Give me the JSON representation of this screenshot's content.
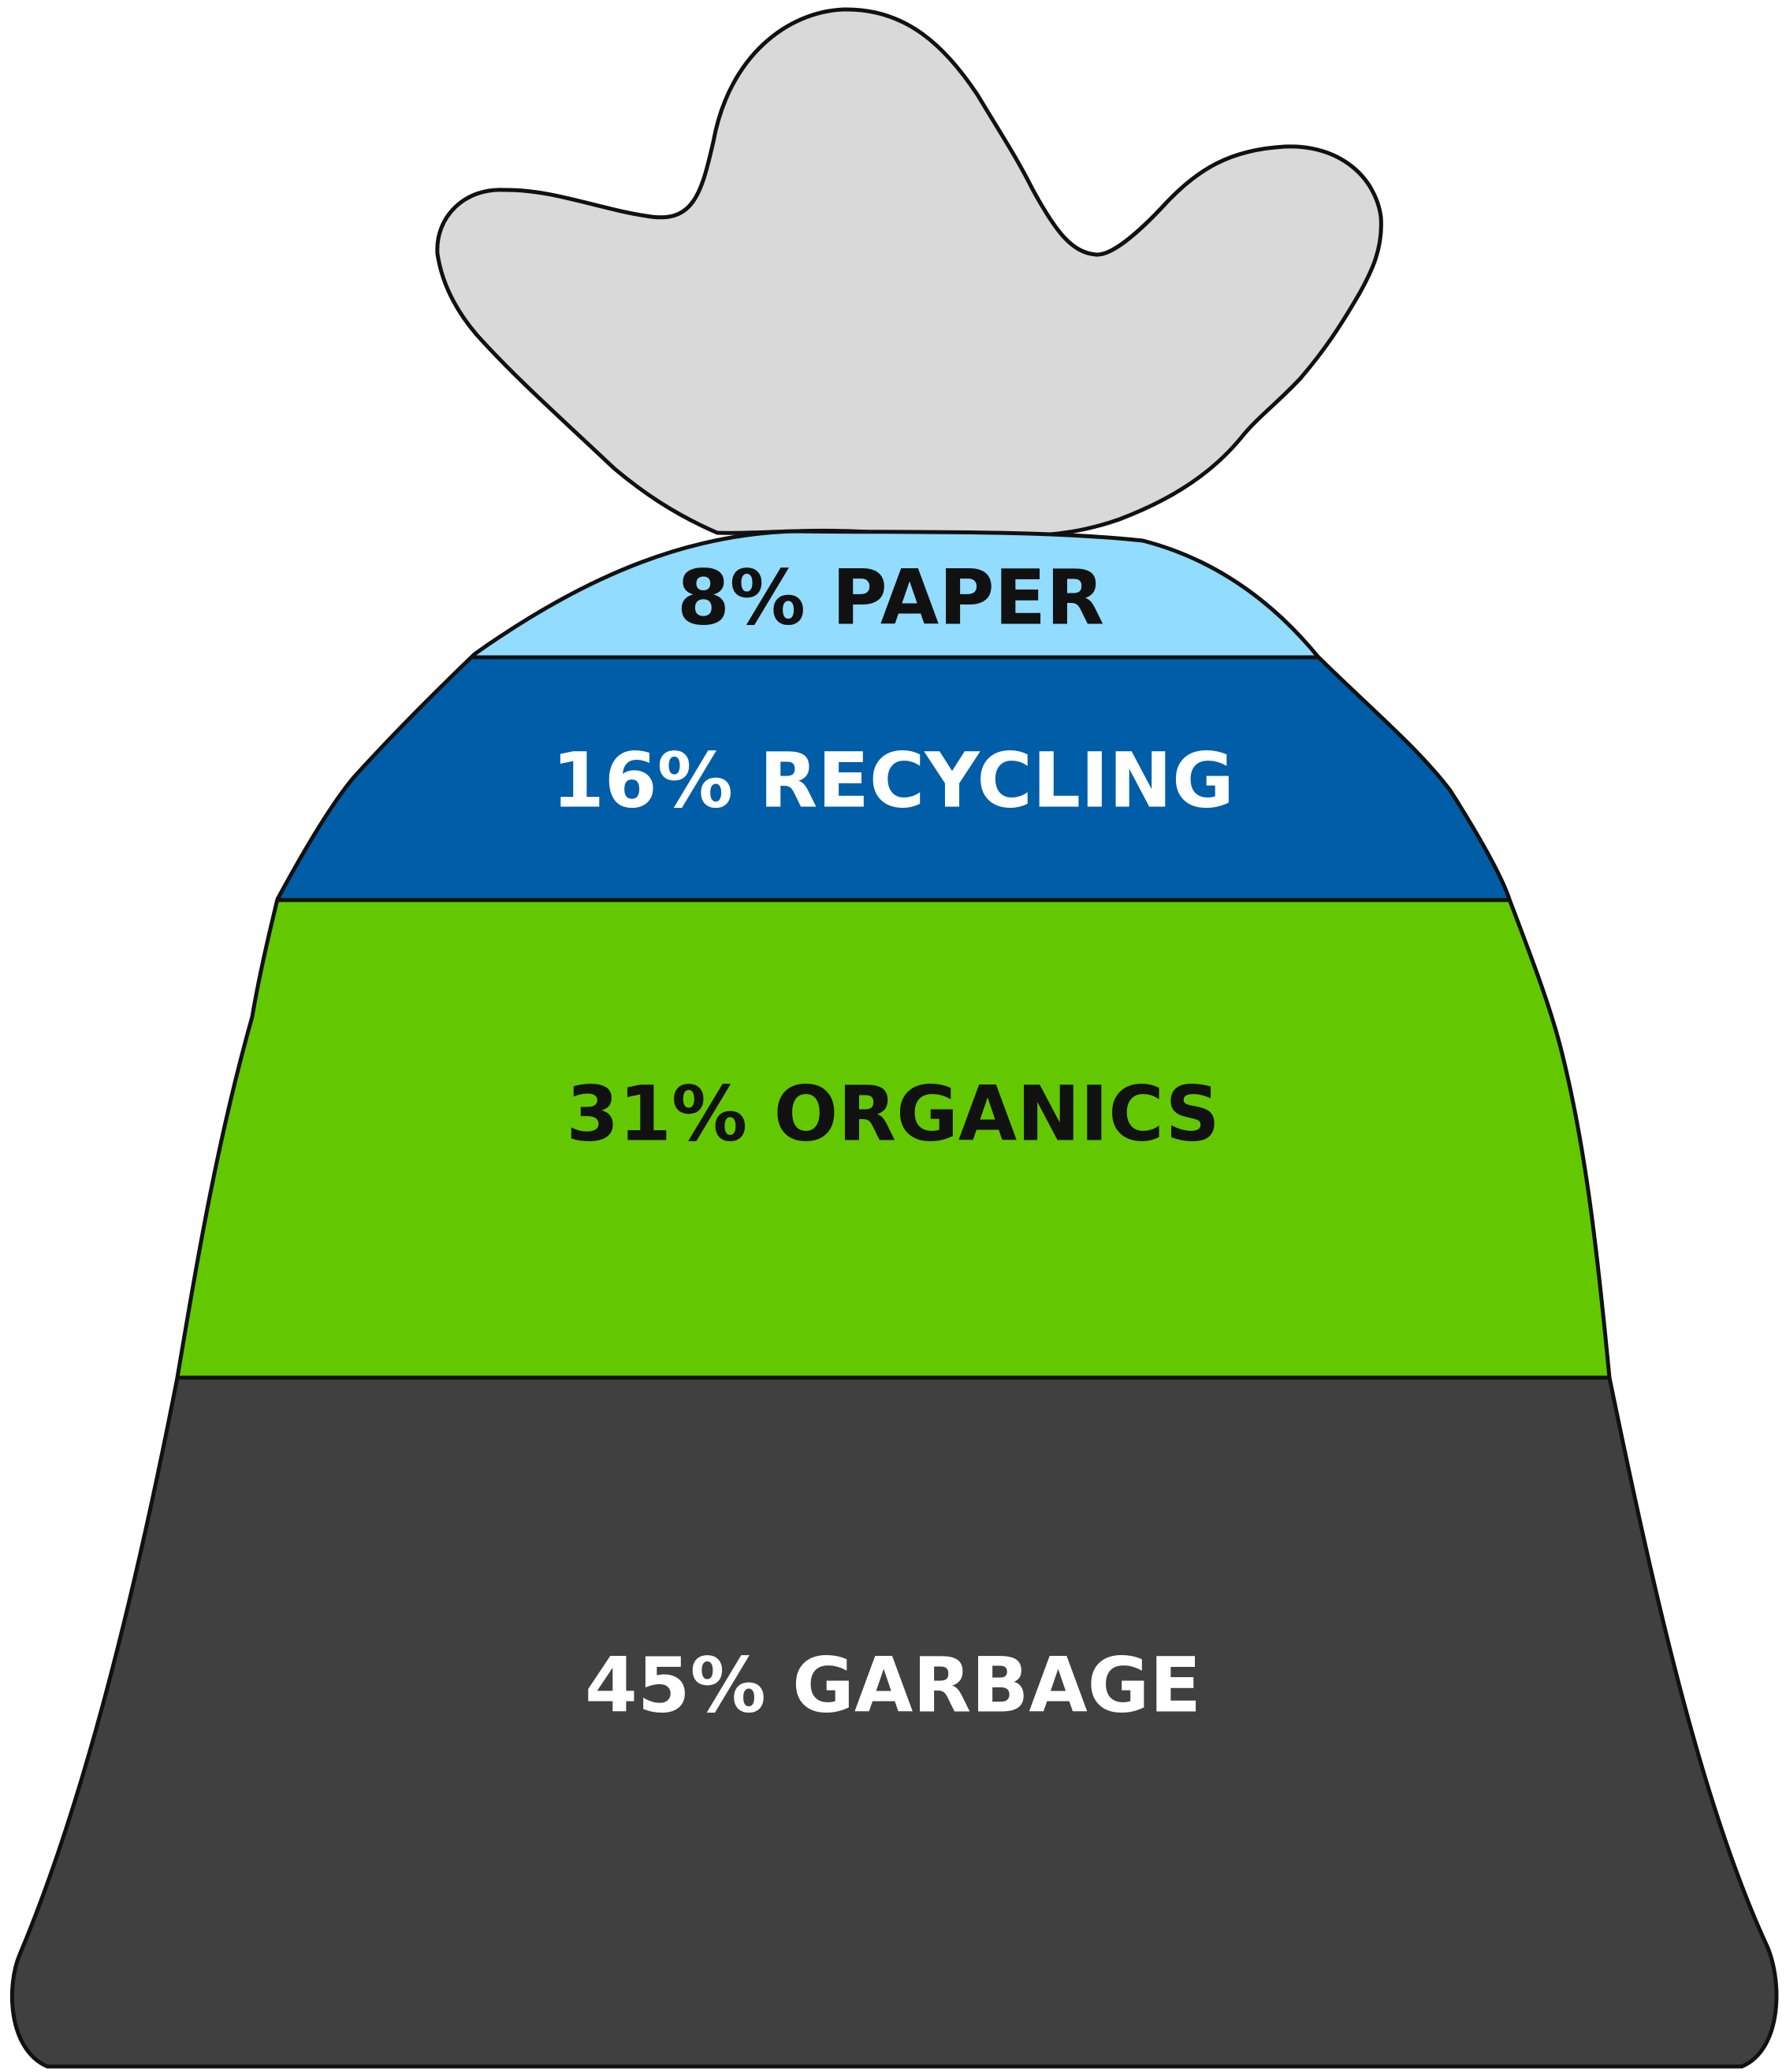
{
  "chart_data": {
    "type": "area",
    "title": "",
    "bands": [
      {
        "name": "PAPER",
        "value": 8,
        "label": "8% PAPER",
        "color": "#91DCFF",
        "text_color": "#111111"
      },
      {
        "name": "RECYCLING",
        "value": 16,
        "label": "16% RECYCLING",
        "color": "#005DA8",
        "text_color": "#FFFFFF"
      },
      {
        "name": "ORGANICS",
        "value": 31,
        "label": "31% ORGANICS",
        "color": "#64C800",
        "text_color": "#111111"
      },
      {
        "name": "GARBAGE",
        "value": 45,
        "label": "45% GARBAGE",
        "color": "#404040",
        "text_color": "#FFFFFF"
      }
    ]
  },
  "colors": {
    "knot": "#D9D9D9",
    "outline": "#111111"
  }
}
